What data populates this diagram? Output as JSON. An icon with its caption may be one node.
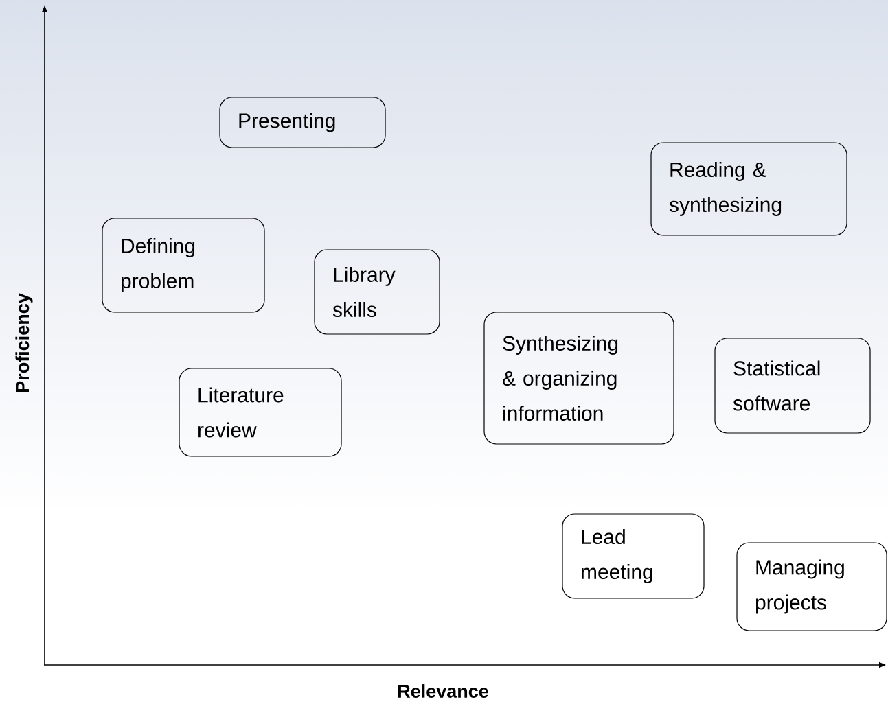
{
  "diagram": {
    "nodes": [
      {
        "text": [
          "Presenting"
        ]
      },
      {
        "text": [
          "Reading & synthesizing"
        ]
      },
      {
        "text": [
          "Defining problem"
        ]
      },
      {
        "text": [
          "Library skills"
        ]
      },
      {
        "text": [
          "Synthesizing & organizing information"
        ]
      },
      {
        "text": [
          "Statistical software"
        ]
      },
      {
        "text": [
          "Literature review"
        ]
      },
      {
        "text": [
          "Lead meeting"
        ]
      },
      {
        "text": [
          "Managing projects"
        ]
      }
    ],
    "labels": [
      "Proficiency",
      "Relevance"
    ]
  }
}
